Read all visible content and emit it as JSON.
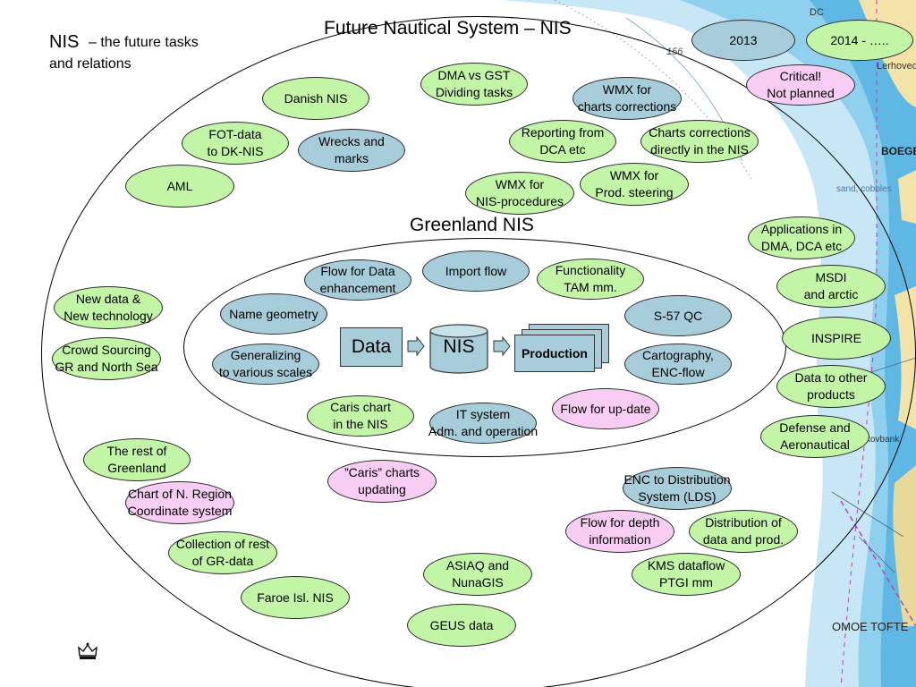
{
  "slide": {
    "title": "Future Nautical System – NIS",
    "subtitle_lead": "NIS",
    "subtitle_rest_1": "– the future tasks",
    "subtitle_rest_2": "and relations",
    "inner_title": "Greenland NIS"
  },
  "timeline": {
    "year_now": "2013",
    "year_next": "2014 - …..",
    "critical_1": "Critical!",
    "critical_2": "Not planned"
  },
  "outer_items": {
    "dma_gst_1": "DMA vs GST",
    "dma_gst_2": "Dividing tasks",
    "danish_nis": "Danish NIS",
    "wmx_charts_1": "WMX for",
    "wmx_charts_2": "charts corrections",
    "fot_1": "FOT-data",
    "fot_2": "to DK-NIS",
    "wrecks_1": "Wrecks and",
    "wrecks_2": "marks",
    "reporting_1": "Reporting from",
    "reporting_2": "DCA etc",
    "charts_corr_1": "Charts corrections",
    "charts_corr_2": "directly in the NIS",
    "aml": "AML",
    "wmx_nis_1": "WMX for",
    "wmx_nis_2": "NIS-procedures",
    "wmx_prod_1": "WMX for",
    "wmx_prod_2": "Prod. steering",
    "applications_1": "Applications in",
    "applications_2": "DMA, DCA etc",
    "new_data_1": "New data &",
    "new_data_2": "New technology",
    "msdi_1": "MSDI",
    "msdi_2": "and arctic",
    "crowd_1": "Crowd Sourcing",
    "crowd_2": "GR and North Sea",
    "inspire": "INSPIRE",
    "data_other_1": "Data to other",
    "data_other_2": "products",
    "defense_1": "Defense and",
    "defense_2": "Aeronautical",
    "rest_greenland_1": "The rest of",
    "rest_greenland_2": "Greenland",
    "caris_updating_1": "”Caris” charts",
    "caris_updating_2": "updating",
    "chart_region_1": "Chart of N. Region",
    "chart_region_2": "Coordinate system",
    "enc_dist_1": "ENC to Distribution",
    "enc_dist_2": "System (LDS)",
    "flow_depth_1": "Flow for depth",
    "flow_depth_2": "information",
    "distribution_1": "Distribution of",
    "distribution_2": "data and prod.",
    "collection_1": "Collection of rest",
    "collection_2": "of GR-data",
    "asiaq_1": "ASIAQ and",
    "asiaq_2": "NunaGIS",
    "kms_1": "KMS dataflow",
    "kms_2": "PTGI mm",
    "faroe": "Faroe Isl. NIS",
    "geus": "GEUS data"
  },
  "inner_items": {
    "flow_data_1": "Flow for Data",
    "flow_data_2": "enhancement",
    "import_flow": "Import flow",
    "functionality_1": "Functionality",
    "functionality_2": "TAM mm.",
    "name_geometry": "Name geometry",
    "s57": "S-57 QC",
    "generalizing_1": "Generalizing",
    "generalizing_2": "to various scales",
    "cartography_1": "Cartography,",
    "cartography_2": "ENC-flow",
    "caris_chart_1": "Caris chart",
    "caris_chart_2": "in the NIS",
    "it_system_1": "IT system",
    "it_system_2": "Adm. and operation",
    "flow_update": "Flow for up-date"
  },
  "pipeline": {
    "data": "Data",
    "nis": "NIS",
    "production": "Production"
  },
  "map_labels": {
    "lerhoved": "Lerhoved",
    "boege": "BOEGE",
    "omoe": "OMOE TOFTE",
    "kovbank": "kovbank",
    "sand_cobbles": "sand, cobbles",
    "n156": "156",
    "dc": "DC"
  },
  "icons": {
    "logo": "crown-icon"
  },
  "colors": {
    "green_bubble": "#c3f5a6",
    "blue_bubble": "#a6cdd9",
    "pink_bubble": "#f8cdf4",
    "sea": "#bfe3f5",
    "shallow": "#6fc3e8",
    "land": "#f3e3a9"
  }
}
